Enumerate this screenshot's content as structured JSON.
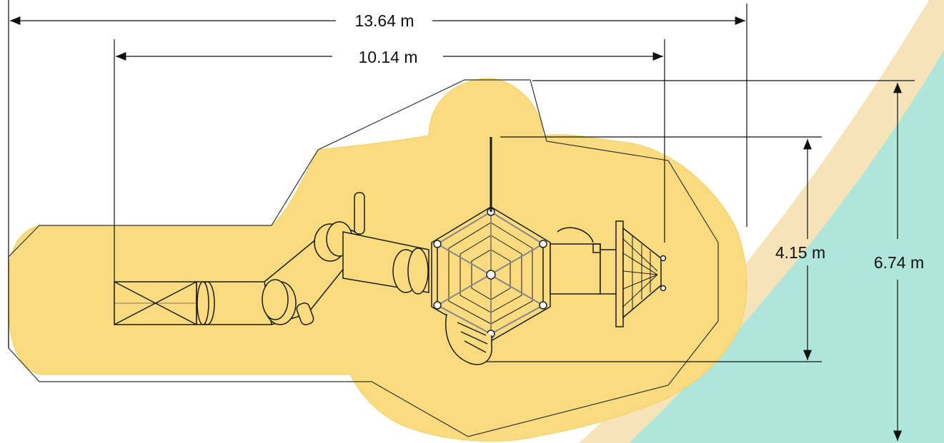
{
  "dimensions": {
    "overall_length": "13.64 m",
    "structure_length": "10.14 m",
    "structure_width": "4.15 m",
    "overall_width": "6.74 m"
  },
  "colors": {
    "safety_zone": "#fbdb80",
    "background_band": "#b0e5da",
    "sand_band": "#f6e4b8",
    "line": "#222222"
  },
  "components": [
    "tube-slide",
    "straight-slide-exit",
    "hexagonal-spider-net-tower",
    "net-bridge",
    "cone-net-panel",
    "climbing-pole",
    "wave-climber"
  ]
}
